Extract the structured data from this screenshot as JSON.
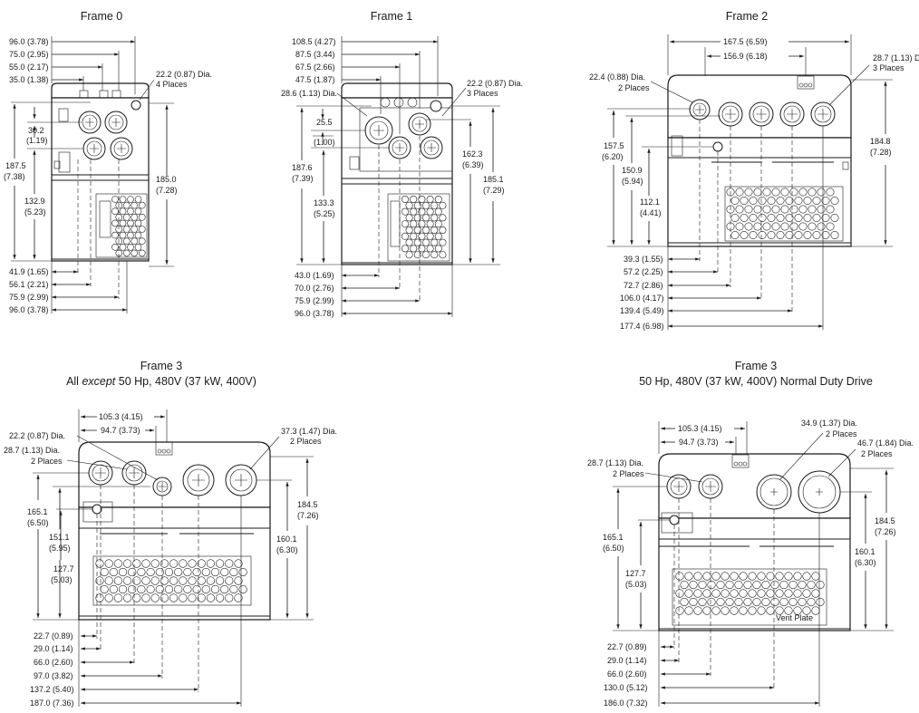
{
  "frames": {
    "frame0": {
      "title": "Frame 0",
      "top_dims": [
        "96.0 (3.78)",
        "75.0 (2.95)",
        "55.0 (2.17)",
        "35.0 (1.38)"
      ],
      "hole_note": [
        "22.2 (0.87) Dia.",
        "4 Places"
      ],
      "left_small": [
        "30.2",
        "(1.19)"
      ],
      "left_overall": [
        "187.5",
        "(7.38)"
      ],
      "left_mid": [
        "132.9",
        "(5.23)"
      ],
      "right_overall": [
        "185.0",
        "(7.28)"
      ],
      "bottom_dims": [
        "41.9 (1.65)",
        "56.1 (2.21)",
        "75.9 (2.99)",
        "96.0 (3.78)"
      ]
    },
    "frame1": {
      "title": "Frame 1",
      "top_dims": [
        "108.5 (4.27)",
        "87.5 (3.44)",
        "67.5 (2.66)",
        "47.5 (1.87)"
      ],
      "left_hole_note": "28.6 (1.13) Dia.",
      "hole_note": [
        "22.2 (0.87) Dia.",
        "3 Places"
      ],
      "left_small": [
        "25.5",
        "(1.00)"
      ],
      "left_overall": [
        "187.6",
        "(7.39)"
      ],
      "left_mid": [
        "133.3",
        "(5.25)"
      ],
      "right_inner": [
        "162.3",
        "(6.39)"
      ],
      "right_overall": [
        "185.1",
        "(7.29)"
      ],
      "bottom_dims": [
        "43.0 (1.69)",
        "70.0 (2.76)",
        "75.9 (2.99)",
        "96.0 (3.78)"
      ]
    },
    "frame2": {
      "title": "Frame 2",
      "top_dims": [
        "167.5 (6.59)",
        "156.9 (6.18)"
      ],
      "left_hole_note": [
        "22.4 (0.88) Dia.",
        "2 Places"
      ],
      "right_hole_note": [
        "28.7 (1.13) D",
        "3 Places"
      ],
      "left_overall": [
        "157.5",
        "(6.20)"
      ],
      "left_mid": [
        "150.9",
        "(5.94)"
      ],
      "left_inner": [
        "112.1",
        "(4.41)"
      ],
      "right_overall": [
        "184.8",
        "(7.28)"
      ],
      "bottom_dims": [
        "39.3 (1.55)",
        "57.2 (2.25)",
        "72.7 (2.86)",
        "106.0 (4.17)",
        "139.4 (5.49)",
        "177.4 (6.98)"
      ]
    },
    "frame3a": {
      "title": "Frame 3",
      "subtitle_pre": "All ",
      "subtitle_em": "except",
      "subtitle_post": " 50 Hp, 480V (37 kW, 400V)",
      "top_dims": [
        "105.3 (4.15)",
        "94.7 (3.73)"
      ],
      "note_a": "22.2 (0.87) Dia.",
      "note_b": [
        "28.7 (1.13) Dia.",
        "2 Places"
      ],
      "note_c": [
        "37.3 (1.47) Dia.",
        "2 Places"
      ],
      "left_overall": [
        "165.1",
        "(6.50)"
      ],
      "left_mid": [
        "151.1",
        "(5.95)"
      ],
      "left_inner": [
        "127.7",
        "(5.03)"
      ],
      "right_overall": [
        "184.5",
        "(7.26)"
      ],
      "right_inner": [
        "160.1",
        "(6.30)"
      ],
      "bottom_dims": [
        "22.7 (0.89)",
        "29.0 (1.14)",
        "66.0 (2.60)",
        "97.0 (3.82)",
        "137.2 (5.40)",
        "187.0 (7.36)"
      ]
    },
    "frame3b": {
      "title": "Frame 3",
      "subtitle": "50 Hp, 480V (37 kW, 400V) Normal Duty Drive",
      "top_dims": [
        "105.3 (4.15)",
        "94.7 (3.73)"
      ],
      "note_a": [
        "28.7 (1.13) Dia.",
        "2 Places"
      ],
      "note_b": [
        "34.9 (1.37) Dia.",
        "2 Places"
      ],
      "note_c": [
        "46.7 (1.84) Dia.",
        "2 Places"
      ],
      "left_overall": [
        "165.1",
        "(6.50)"
      ],
      "left_inner": [
        "127.7",
        "(5.03)"
      ],
      "right_overall": [
        "184.5",
        "(7.26)"
      ],
      "right_inner": [
        "160.1",
        "(6.30)"
      ],
      "vent_label": "Vent Plate",
      "bottom_dims": [
        "22.7 (0.89)",
        "29.0 (1.14)",
        "66.0 (2.60)",
        "130.0 (5.12)",
        "186.0 (7.32)"
      ]
    }
  }
}
